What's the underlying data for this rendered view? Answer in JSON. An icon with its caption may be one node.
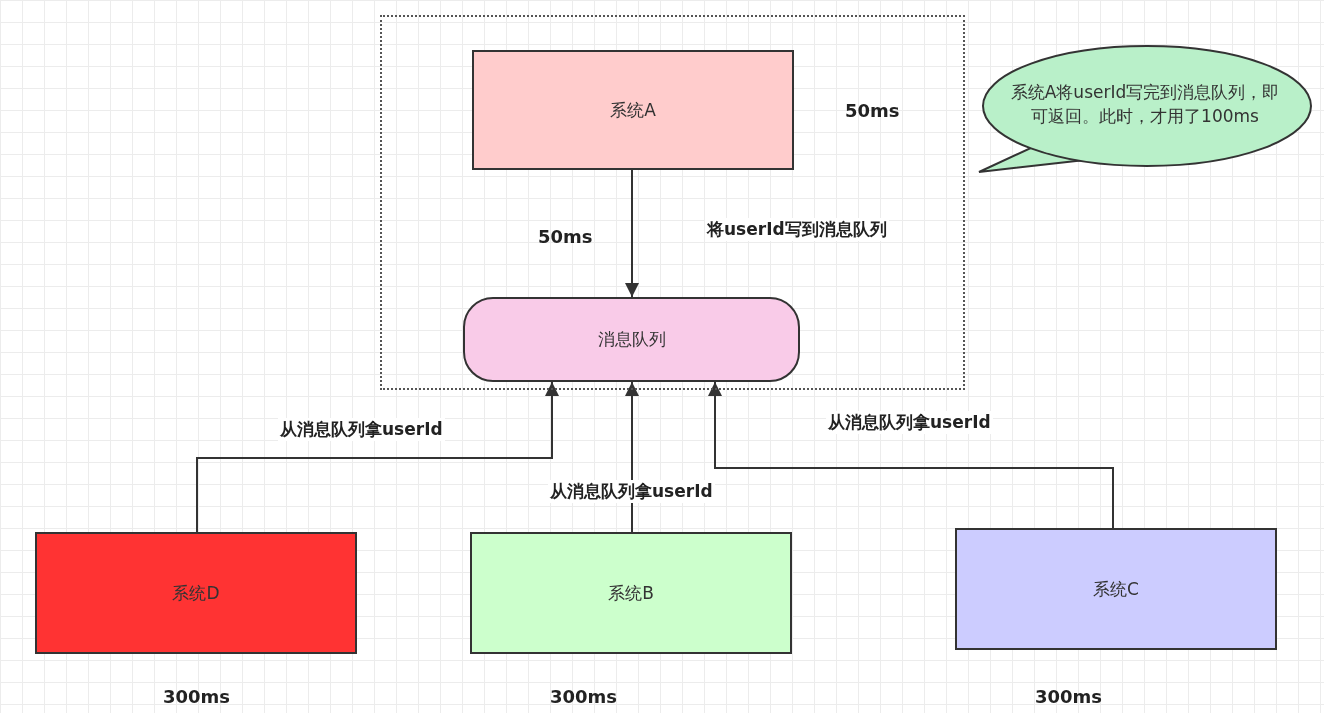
{
  "diagram": {
    "nodes": [
      {
        "text": [],
        "shape": "box"
      },
      {
        "text": [
          "系统A"
        ],
        "in": 0,
        "beside": [
          "50ms"
        ]
      },
      {
        "text": [
          "消息队列"
        ],
        "in": 0
      },
      {
        "text": [
          "系统A将userId写完到消息队列，即可返回。此时，才用了100ms"
        ]
      },
      {
        "text": [
          "系统D"
        ],
        "beside": [
          "300ms"
        ]
      },
      {
        "text": [
          "系统B"
        ],
        "beside": [
          "300ms"
        ]
      },
      {
        "text": [
          "系统C"
        ],
        "beside": [
          "300ms"
        ]
      }
    ],
    "edges": [
      {
        "from": 1,
        "to": 2,
        "arrow": "to",
        "label": "将userId写到消息队列"
      },
      {
        "from": 4,
        "to": 2,
        "arrow": "to",
        "label": "从消息队列拿userId"
      },
      {
        "from": 5,
        "to": 2,
        "arrow": "to",
        "label": "从消息队列拿userId"
      },
      {
        "from": 6,
        "to": 2,
        "arrow": "to",
        "label": "从消息队列拿userId"
      }
    ],
    "labels": [
      "50ms"
    ]
  }
}
